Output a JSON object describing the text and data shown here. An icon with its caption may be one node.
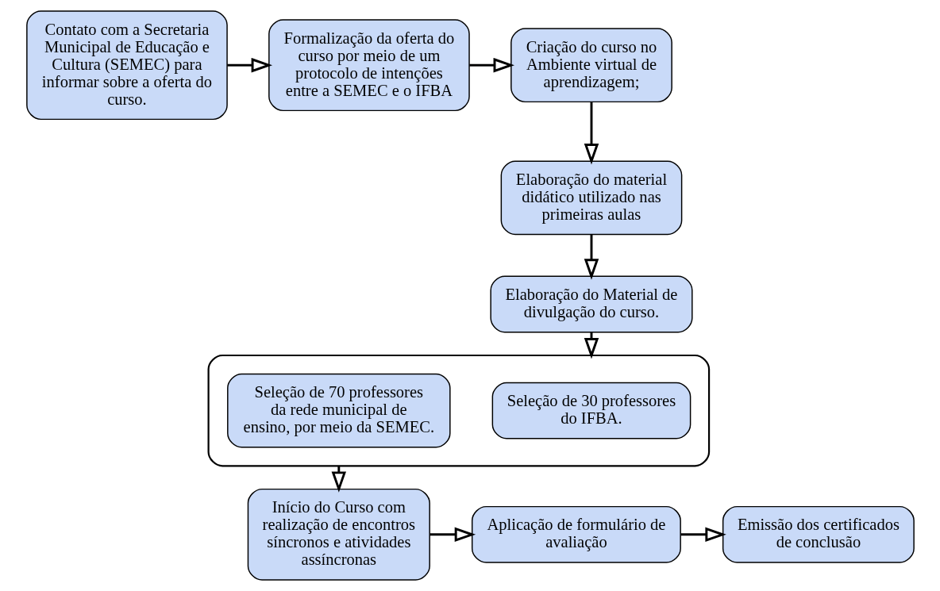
{
  "diagram": {
    "nodes": [
      {
        "text": [
          "Contato com a Secretaria Municipal de Educação e Cultura (SEMEC) para informar sobre a oferta do curso."
        ]
      },
      {
        "text": [
          "Formalização da oferta do curso por meio de um protocolo de intenções entre a SEMEC e o IFBA"
        ]
      },
      {
        "text": [
          "Criação do curso no Ambiente virtual de aprendizagem;"
        ]
      },
      {
        "text": [
          "Elaboração do material didático utilizado nas primeiras aulas"
        ]
      },
      {
        "text": [
          "Elaboração do Material de divulgação do curso."
        ]
      },
      {
        "text": [],
        "shape": "bracket"
      },
      {
        "text": [
          "Seleção de 30 professores do IFBA."
        ],
        "in": 5
      },
      {
        "text": [
          "Seleção de 70 professores da rede municipal de ensino, por meio da SEMEC."
        ],
        "in": 5
      },
      {
        "text": [
          "Início do Curso com realização de encontros síncronos e atividades assíncronas"
        ]
      },
      {
        "text": [
          "Aplicação de formulário de avaliação"
        ]
      },
      {
        "text": [
          "Emissão dos certificados de conclusão"
        ]
      }
    ],
    "edges": [
      {
        "from": 0,
        "to": 1,
        "arrow": "to"
      },
      {
        "from": 1,
        "to": 2,
        "arrow": "to"
      },
      {
        "from": 2,
        "to": 3,
        "arrow": "to"
      },
      {
        "from": 3,
        "to": 4,
        "arrow": "to"
      },
      {
        "from": 4,
        "to": 5,
        "arrow": "to"
      },
      {
        "from": 5,
        "to": 8,
        "arrow": "to"
      },
      {
        "from": 8,
        "to": 9,
        "arrow": "to"
      },
      {
        "from": 9,
        "to": 10,
        "arrow": "to"
      }
    ]
  }
}
